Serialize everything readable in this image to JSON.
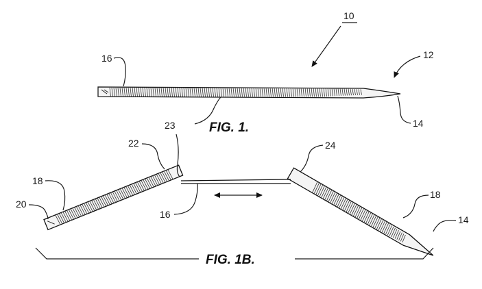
{
  "figure_1": {
    "caption": "FIG. 1.",
    "labels": {
      "ref_10": "10",
      "ref_12": "12",
      "ref_14": "14",
      "ref_16": "16",
      "ref_23": "23"
    }
  },
  "figure_1b": {
    "caption": "FIG. 1B.",
    "labels": {
      "ref_22": "22",
      "ref_24": "24",
      "ref_18_left": "18",
      "ref_18_right": "18",
      "ref_20": "20",
      "ref_16": "16",
      "ref_14": "14"
    }
  }
}
